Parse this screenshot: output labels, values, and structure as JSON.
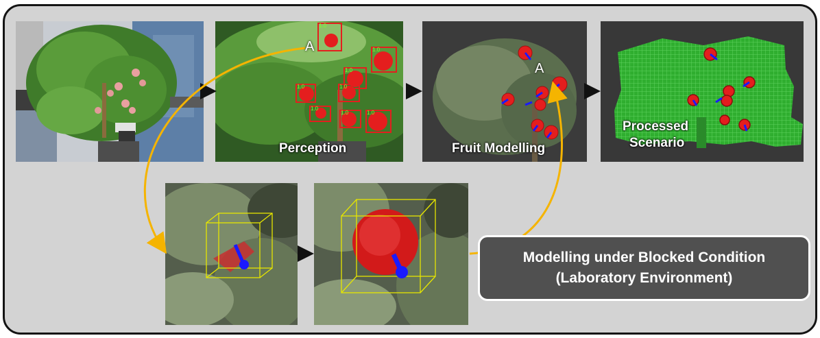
{
  "panels": {
    "photo": {
      "caption": ""
    },
    "perception": {
      "caption": "Perception",
      "marker": "A",
      "detection_scores": [
        "1.0",
        "1.0",
        "1.0",
        "1.0",
        "1.0",
        "1.0",
        "1.0",
        "1.0"
      ]
    },
    "fruit_modelling": {
      "caption": "Fruit Modelling",
      "marker": "A"
    },
    "processed": {
      "caption_line1": "Processed",
      "caption_line2": "Scenario"
    }
  },
  "callout": {
    "line1": "Modelling under Blocked Condition",
    "line2": "(Laboratory Environment)"
  },
  "colors": {
    "background": "#d3d3d3",
    "border": "#141414",
    "flow_arrow": "#f5b400",
    "fruit": "#e41e1e",
    "stem_vector": "#1a1aff",
    "bbox": "#e6e600",
    "callout_bg": "#505050"
  }
}
